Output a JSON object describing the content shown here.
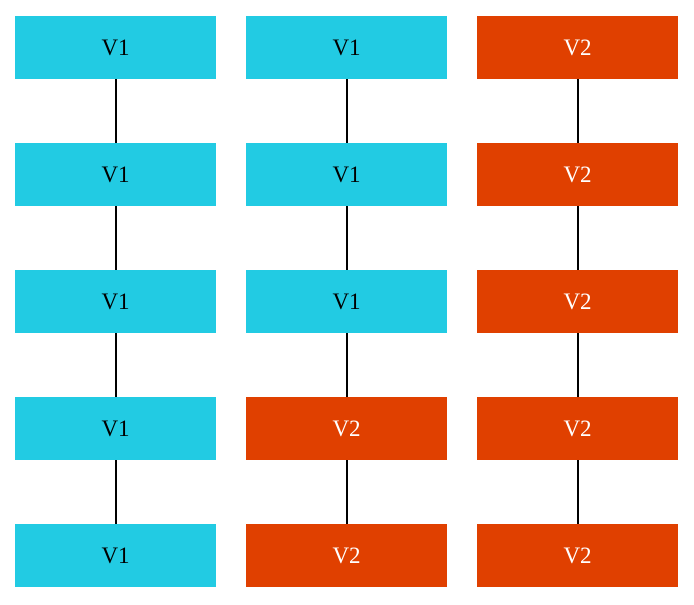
{
  "colors": {
    "v1_fill": "#22CBE3",
    "v1_text": "#000000",
    "v2_fill": "#E04000",
    "v2_text": "#FFFFFF",
    "connector": "#000000"
  },
  "labels": {
    "v1": "V1",
    "v2": "V2"
  },
  "columns": [
    {
      "nodes": [
        "V1",
        "V1",
        "V1",
        "V1",
        "V1"
      ]
    },
    {
      "nodes": [
        "V1",
        "V1",
        "V1",
        "V2",
        "V2"
      ]
    },
    {
      "nodes": [
        "V2",
        "V2",
        "V2",
        "V2",
        "V2"
      ]
    }
  ]
}
